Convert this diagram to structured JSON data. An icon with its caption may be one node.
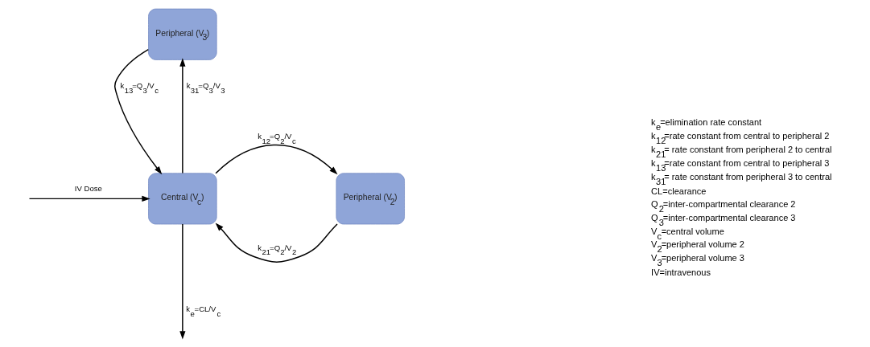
{
  "diagram": {
    "nodes": [
      {
        "text": [
          "Peripheral (V$_{3}$)"
        ]
      },
      {
        "text": [
          "Central (V$_{c}$)"
        ]
      },
      {
        "text": [
          "Peripheral (V$_{2}$)"
        ]
      }
    ],
    "edges": [
      {
        "from": null,
        "to": 1,
        "arrow": "to",
        "label": "IV Dose"
      },
      {
        "from": 0,
        "to": 1,
        "arrow": "to",
        "label": "k$_{13}$=Q$_{3}$/V$_{c}$"
      },
      {
        "from": 1,
        "to": 0,
        "arrow": "to",
        "label": "k$_{31}$=Q$_{3}$/V$_{3}$"
      },
      {
        "from": 1,
        "to": 2,
        "arrow": "to",
        "label": "k$_{12}$=Q$_{2}$/V$_{c}$"
      },
      {
        "from": 2,
        "to": 1,
        "arrow": "to",
        "label": "k$_{21}$=Q$_{2}$/V$_{2}$"
      },
      {
        "from": 1,
        "to": null,
        "arrow": "to",
        "label": "k$_{e}$=CL/V$_{c}$"
      }
    ],
    "labels": [
      "k$_{e}$=elimination rate constant",
      "k$_{12}$=rate constant from central to peripheral 2",
      "k$_{21}$= rate constant from peripheral 2 to central",
      "k$_{13}$=rate constant from central to peripheral 3",
      "k$_{31}$= rate constant from peripheral 3 to central",
      "CL=clearance",
      "Q$_{2}$=inter-compartmental clearance 2",
      "Q$_{3}$=inter-compartmental clearance 3",
      "V$_{c}$=central volume",
      "V$_{2}$=peripheral volume 2",
      "V$_{3}$=peripheral volume 3",
      "IV=intravenous"
    ]
  }
}
